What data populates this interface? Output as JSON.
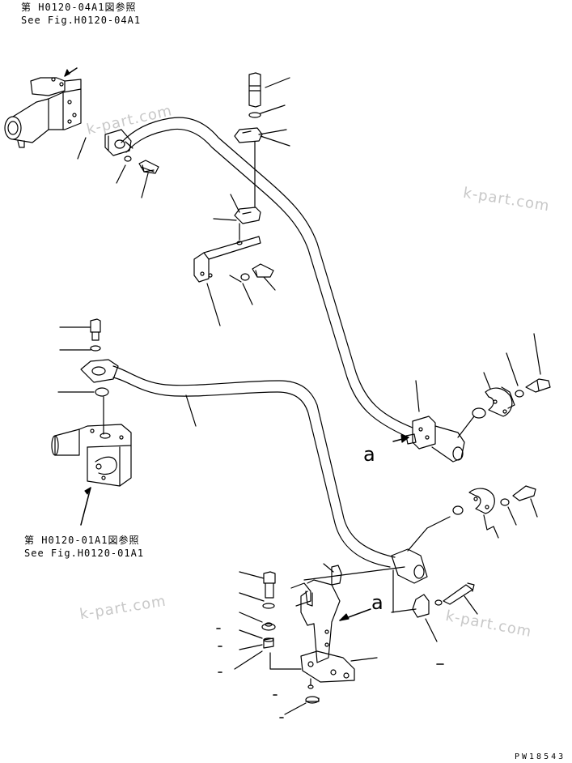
{
  "references": {
    "top": {
      "line1": "第 H0120-04A1図参照",
      "line2": "See Fig.H0120-04A1"
    },
    "bottom": {
      "line1": "第 H0120-01A1図参照",
      "line2": "See Fig.H0120-01A1"
    }
  },
  "callout_letter": "a",
  "watermark": "k-part.com",
  "drawing_number": "PW18543"
}
